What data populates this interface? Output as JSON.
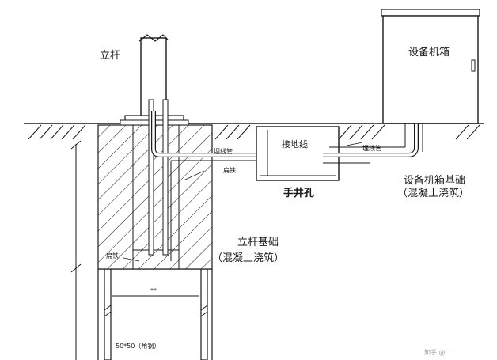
{
  "labels": {
    "pole": "立杆",
    "equipment_box": "设备机箱",
    "ground_wire": "接地线",
    "hand_well": "手井孔",
    "equipment_foundation_line1": "设备机箱基础",
    "equipment_foundation_line2": "（混凝土浇筑）",
    "pole_foundation_line1": "立杆基础",
    "pole_foundation_line2": "（混凝土浇筑）",
    "flat_iron_upper": "扁铁",
    "flat_iron_lower": "扁铁",
    "conduit_left": "埋线管",
    "conduit_right": "埋线管",
    "angle_steel": "50*50（角钢）",
    "dimension_mark": "**",
    "watermark": "知乎 @..."
  }
}
